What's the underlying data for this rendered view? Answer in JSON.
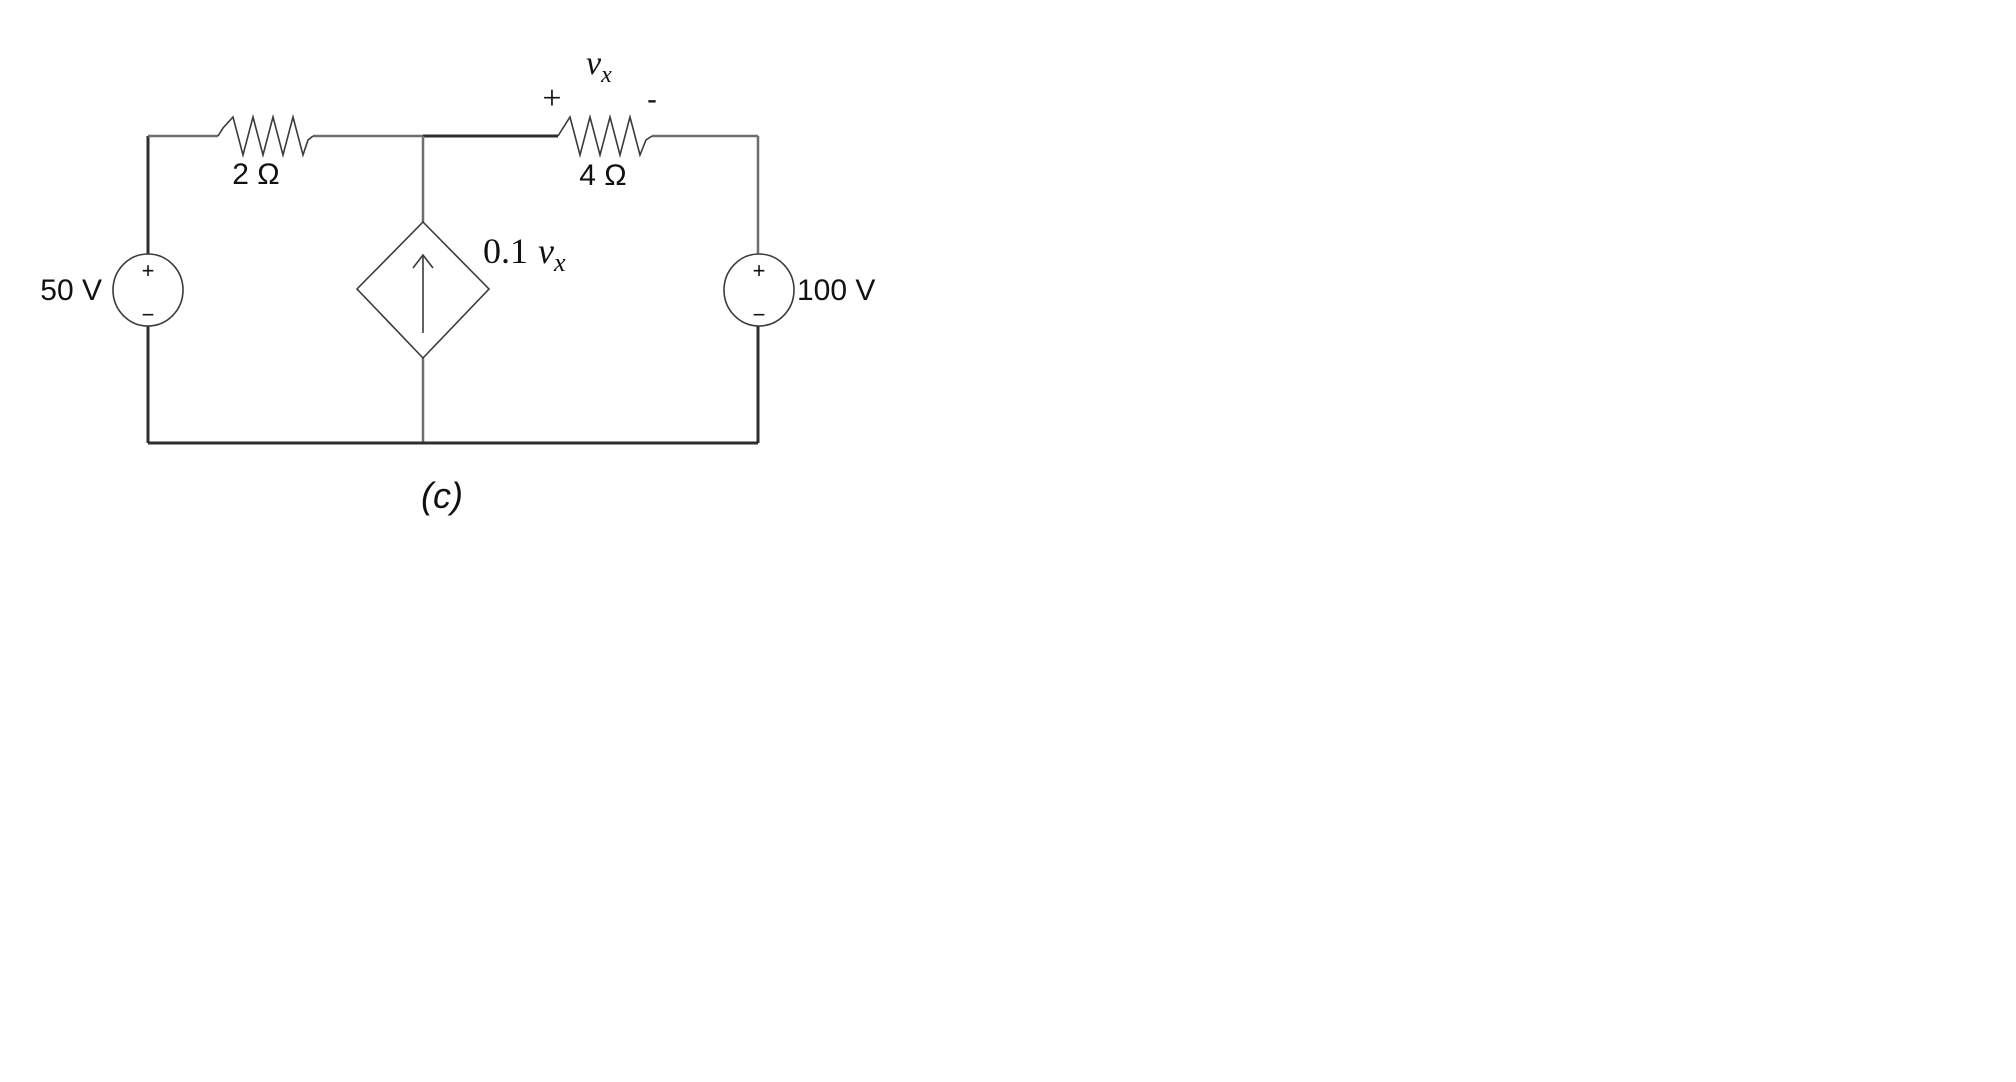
{
  "diagram": {
    "type": "circuit-schematic",
    "caption": "(c)",
    "components": {
      "source_left": {
        "kind": "independent-voltage-source",
        "label": "50 V",
        "plus": "+",
        "minus": "−"
      },
      "source_right": {
        "kind": "independent-voltage-source",
        "label": "100 V",
        "plus": "+",
        "minus": "−"
      },
      "resistor_1": {
        "kind": "resistor",
        "label": "2 Ω"
      },
      "resistor_2": {
        "kind": "resistor",
        "label": "4 Ω",
        "voltage_label": {
          "symbol": "v",
          "subscript": "x",
          "plus": "+",
          "minus": "-"
        }
      },
      "dependent_source": {
        "kind": "dependent-current-source",
        "direction": "up",
        "label_coef": "0.1",
        "label_symbol": "v",
        "label_subscript": "x"
      }
    },
    "colors": {
      "wire": "#6e6e6e",
      "wire_dark": "#2e2e2e",
      "component": "#3a3a3a",
      "text": "#111111",
      "background": "#ffffff"
    }
  }
}
